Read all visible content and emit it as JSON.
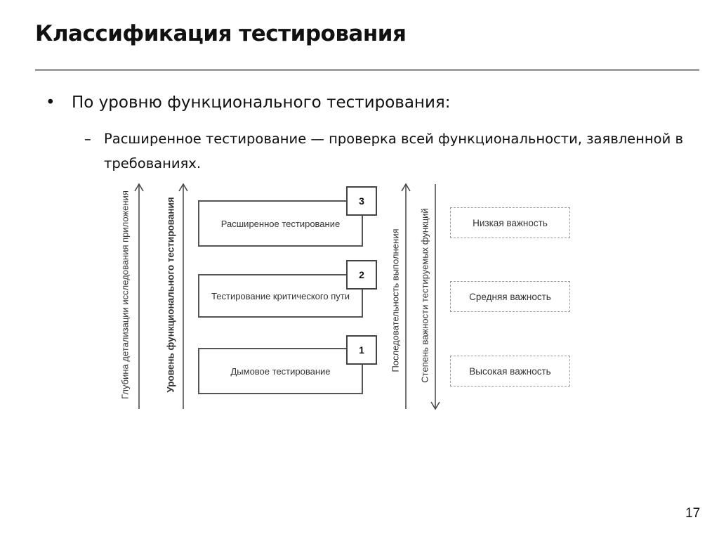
{
  "title": "Классификация тестирования",
  "bullet": "По уровню функционального тестирования:",
  "sub_bullet": "Расширенное тестирование — проверка всей функциональности, заявленной в требованиях.",
  "diagram": {
    "axis_labels": {
      "depth": "Глубина детализации исследования приложения",
      "level": "Уровень функционального тестирования",
      "sequence": "Последовательность выполнения",
      "importance": "Степень важности тестируемых функций"
    },
    "levels": [
      {
        "num": "3",
        "label": "Расширенное тестирование"
      },
      {
        "num": "2",
        "label": "Тестирование критического пути"
      },
      {
        "num": "1",
        "label": "Дымовое тестирование"
      }
    ],
    "importance": [
      "Низкая важность",
      "Средняя важность",
      "Высокая важность"
    ]
  },
  "page_number": "17"
}
